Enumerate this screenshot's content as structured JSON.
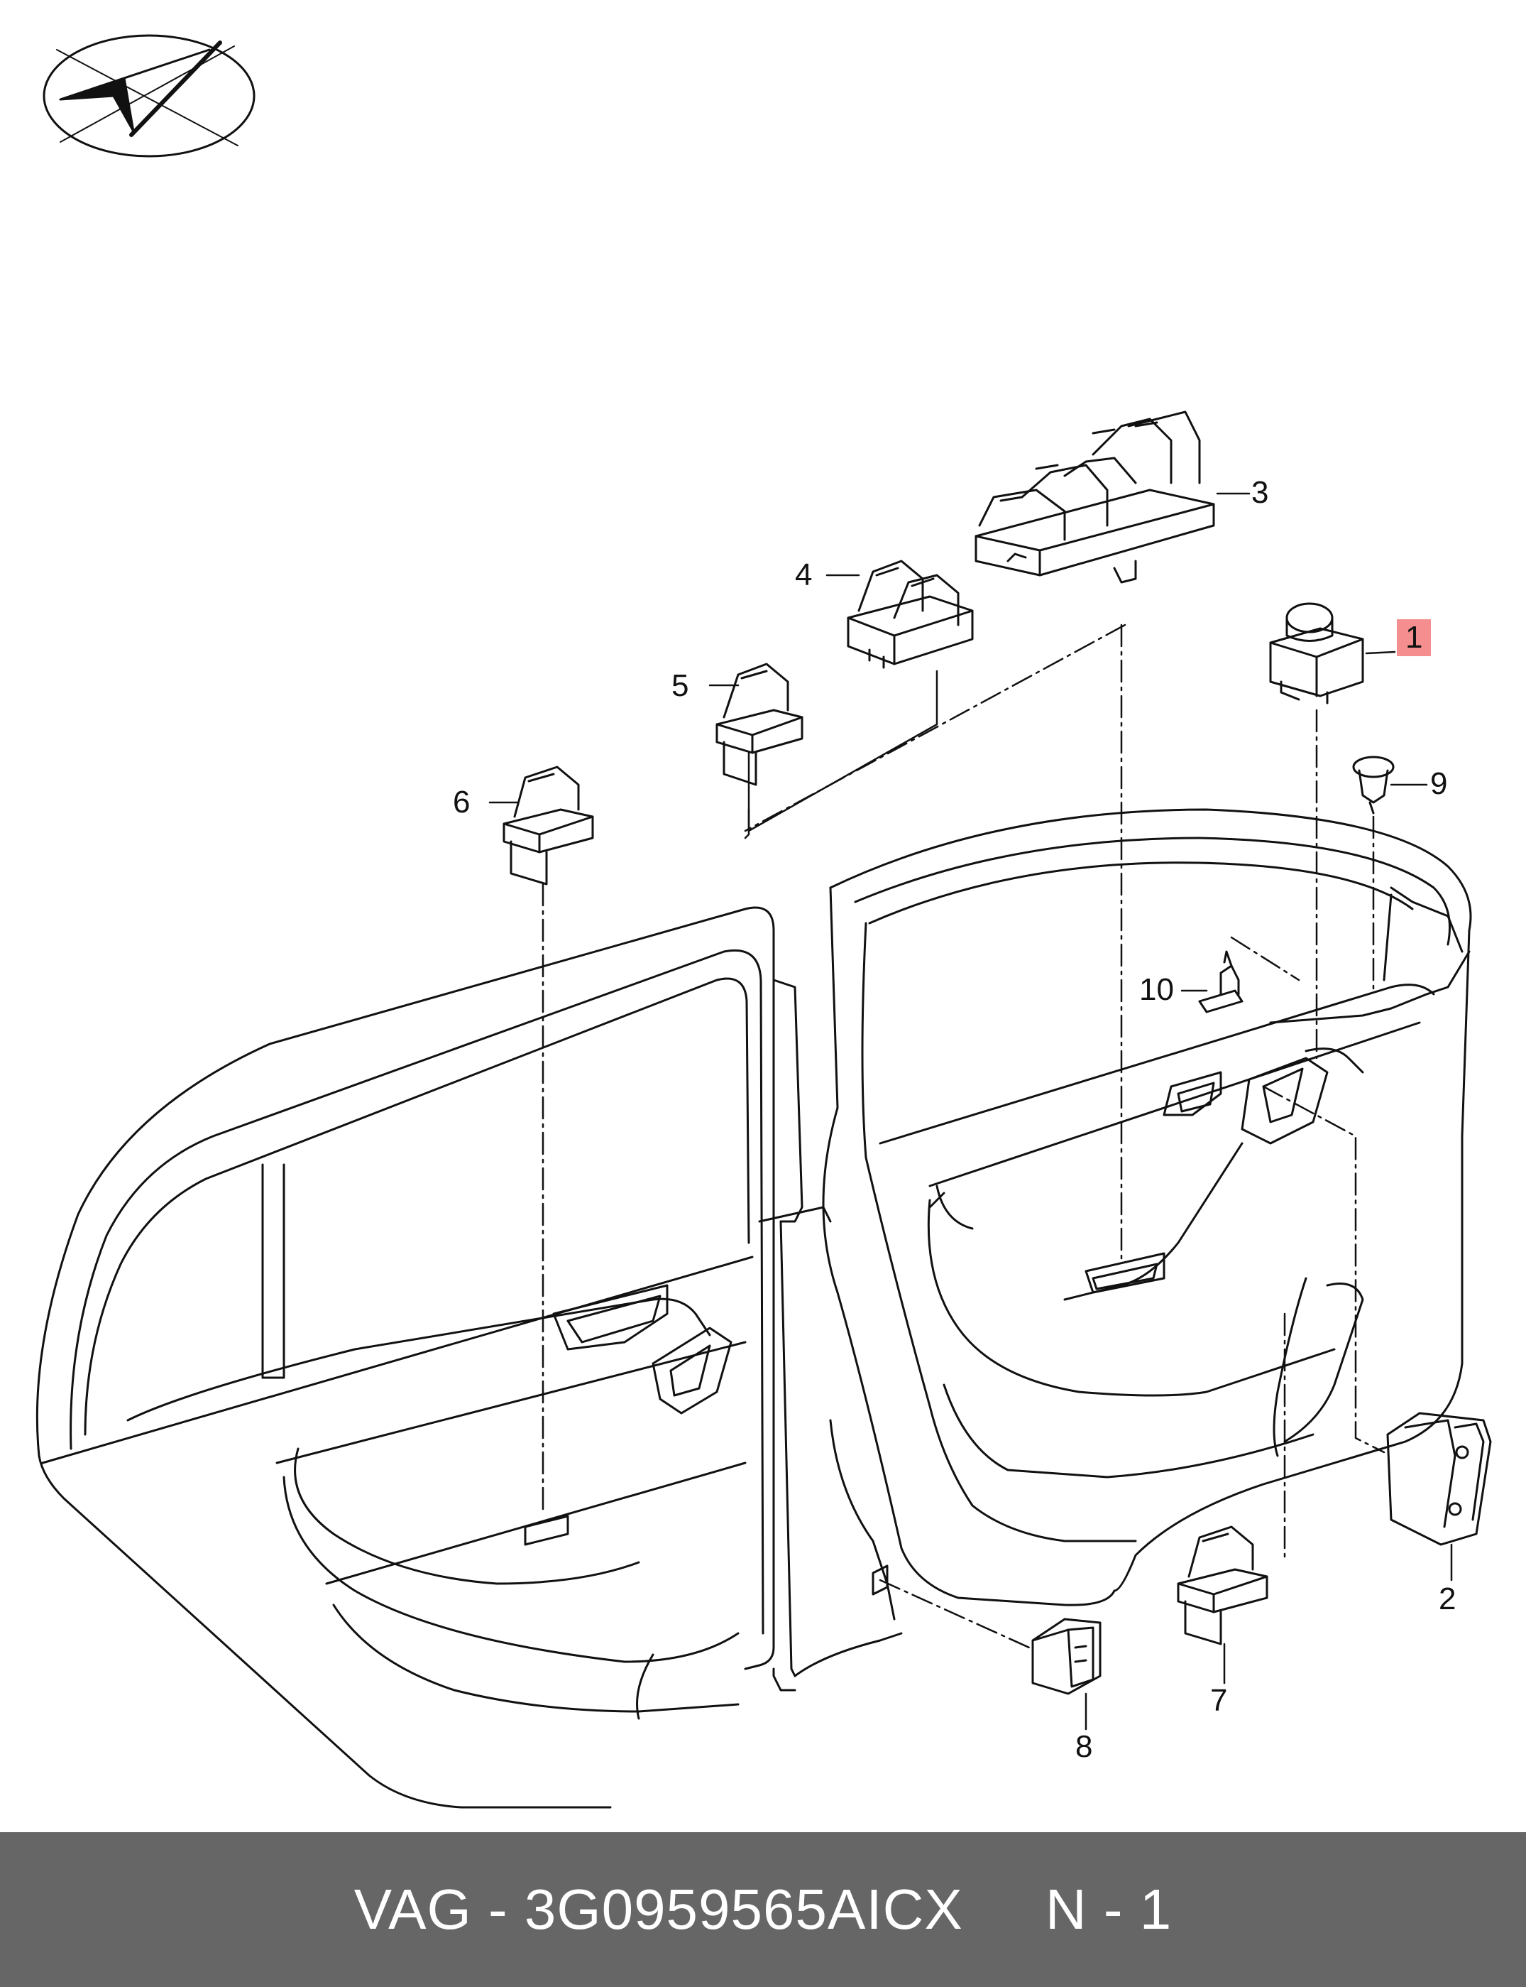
{
  "diagram": {
    "callouts": [
      {
        "id": "1",
        "label": "1",
        "highlighted": true
      },
      {
        "id": "2",
        "label": "2"
      },
      {
        "id": "3",
        "label": "3"
      },
      {
        "id": "4",
        "label": "4"
      },
      {
        "id": "5",
        "label": "5"
      },
      {
        "id": "6",
        "label": "6"
      },
      {
        "id": "7",
        "label": "7"
      },
      {
        "id": "8",
        "label": "8"
      },
      {
        "id": "9",
        "label": "9"
      },
      {
        "id": "10",
        "label": "10"
      }
    ],
    "highlight_color": "#f58f8f",
    "logo_icon": "paper-plane-check-logo"
  },
  "footer": {
    "text": "VAG - 3G0959565AICX     N - 1",
    "background": "#666666"
  }
}
